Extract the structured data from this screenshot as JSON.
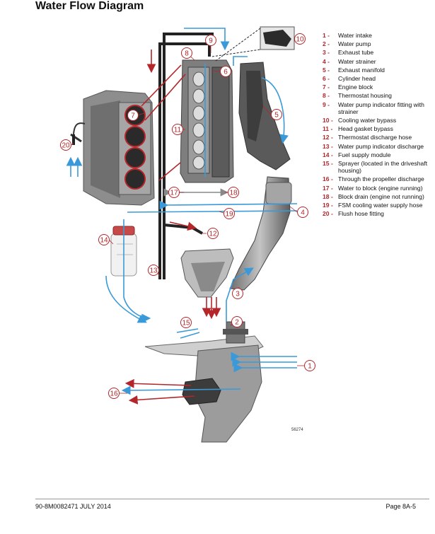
{
  "page": {
    "title": "Water Flow Diagram",
    "footer_left": "90-8M0082471  JULY  2014",
    "footer_right": "Page 8A-5",
    "figure_number": "56274"
  },
  "legend": [
    {
      "num": "1",
      "label": "Water intake"
    },
    {
      "num": "2",
      "label": "Water pump"
    },
    {
      "num": "3",
      "label": "Exhaust tube"
    },
    {
      "num": "4",
      "label": "Water strainer"
    },
    {
      "num": "5",
      "label": "Exhaust manifold"
    },
    {
      "num": "6",
      "label": "Cylinder head"
    },
    {
      "num": "7",
      "label": "Engine block"
    },
    {
      "num": "8",
      "label": "Thermostat housing"
    },
    {
      "num": "9",
      "label": "Water pump indicator fitting with strainer"
    },
    {
      "num": "10",
      "label": "Cooling water bypass"
    },
    {
      "num": "11",
      "label": "Head gasket bypass"
    },
    {
      "num": "12",
      "label": "Thermostat discharge hose"
    },
    {
      "num": "13",
      "label": "Water pump indicator discharge"
    },
    {
      "num": "14",
      "label": "Fuel supply module"
    },
    {
      "num": "15",
      "label": "Sprayer (located in the driveshaft housing)"
    },
    {
      "num": "16",
      "label": "Through the propeller discharge"
    },
    {
      "num": "17",
      "label": "Water to block (engine running)"
    },
    {
      "num": "18",
      "label": "Block drain (engine not running)"
    },
    {
      "num": "19",
      "label": "FSM cooling water supply hose"
    },
    {
      "num": "20",
      "label": "Flush hose fitting"
    }
  ],
  "callouts": [
    "1",
    "2",
    "3",
    "4",
    "5",
    "6",
    "7",
    "8",
    "9",
    "10",
    "11",
    "12",
    "13",
    "14",
    "15",
    "16",
    "17",
    "18",
    "19",
    "20"
  ],
  "colors": {
    "accent": "#b3262a",
    "cool_flow": "#3a9ad9",
    "hot_flow": "#b3262a",
    "hose": "#222222",
    "metal": "#9a9a9a"
  }
}
